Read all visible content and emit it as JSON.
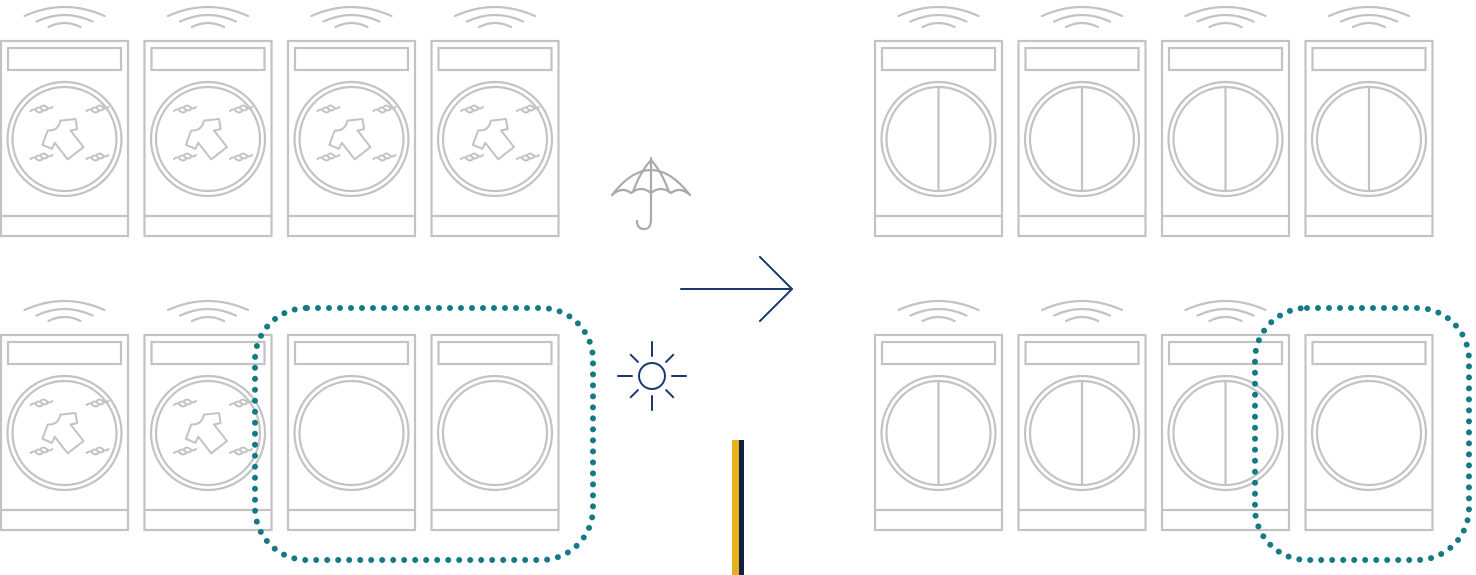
{
  "colors": {
    "machine_stroke": "#c3c3c3",
    "icon_gray": "#aaaaaa",
    "navy": "#1b3a6b",
    "teal": "#147a86",
    "gold": "#e8b01c",
    "bar_dark": "#0f2242"
  },
  "icons": {
    "weather_rain": "umbrella-icon",
    "weather_sun": "sun-icon",
    "transition": "arrow-right-icon",
    "signal": "wifi-signal-icon",
    "drum_with_laundry": "shirt-drying-icon",
    "drum_closed": "split-drum-icon",
    "drum_idle": "empty-drum-icon"
  },
  "before": {
    "rows": [
      {
        "machines": [
          {
            "state": "drying",
            "connected": true,
            "highlighted": false
          },
          {
            "state": "drying",
            "connected": true,
            "highlighted": false
          },
          {
            "state": "drying",
            "connected": true,
            "highlighted": false
          },
          {
            "state": "drying",
            "connected": true,
            "highlighted": false
          }
        ]
      },
      {
        "machines": [
          {
            "state": "drying",
            "connected": true,
            "highlighted": false
          },
          {
            "state": "drying",
            "connected": true,
            "highlighted": false
          },
          {
            "state": "idle",
            "connected": false,
            "highlighted": true
          },
          {
            "state": "idle",
            "connected": false,
            "highlighted": true
          }
        ]
      }
    ]
  },
  "after": {
    "rows": [
      {
        "machines": [
          {
            "state": "closed",
            "connected": true,
            "highlighted": false
          },
          {
            "state": "closed",
            "connected": true,
            "highlighted": false
          },
          {
            "state": "closed",
            "connected": true,
            "highlighted": false
          },
          {
            "state": "closed",
            "connected": true,
            "highlighted": false
          }
        ]
      },
      {
        "machines": [
          {
            "state": "closed",
            "connected": true,
            "highlighted": false
          },
          {
            "state": "closed",
            "connected": true,
            "highlighted": false
          },
          {
            "state": "closed",
            "connected": true,
            "highlighted": false
          },
          {
            "state": "idle",
            "connected": false,
            "highlighted": true
          }
        ]
      }
    ]
  }
}
